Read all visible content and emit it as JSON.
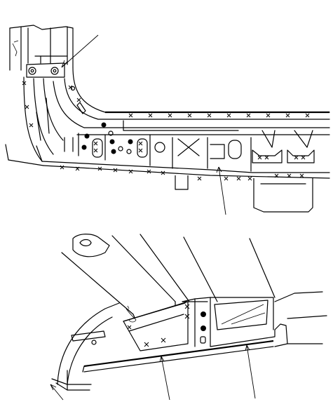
{
  "figure": {
    "views": [
      {
        "id": "upper",
        "subject": "body-side-sill-and-pillar-base",
        "leader_lines": 2
      },
      {
        "id": "lower",
        "subject": "rear-wheelhouse-and-sill-end",
        "leader_lines": 3
      }
    ],
    "marks": {
      "weld_symbol": "x-mark",
      "plug_weld_symbol": "filled-dot"
    }
  }
}
